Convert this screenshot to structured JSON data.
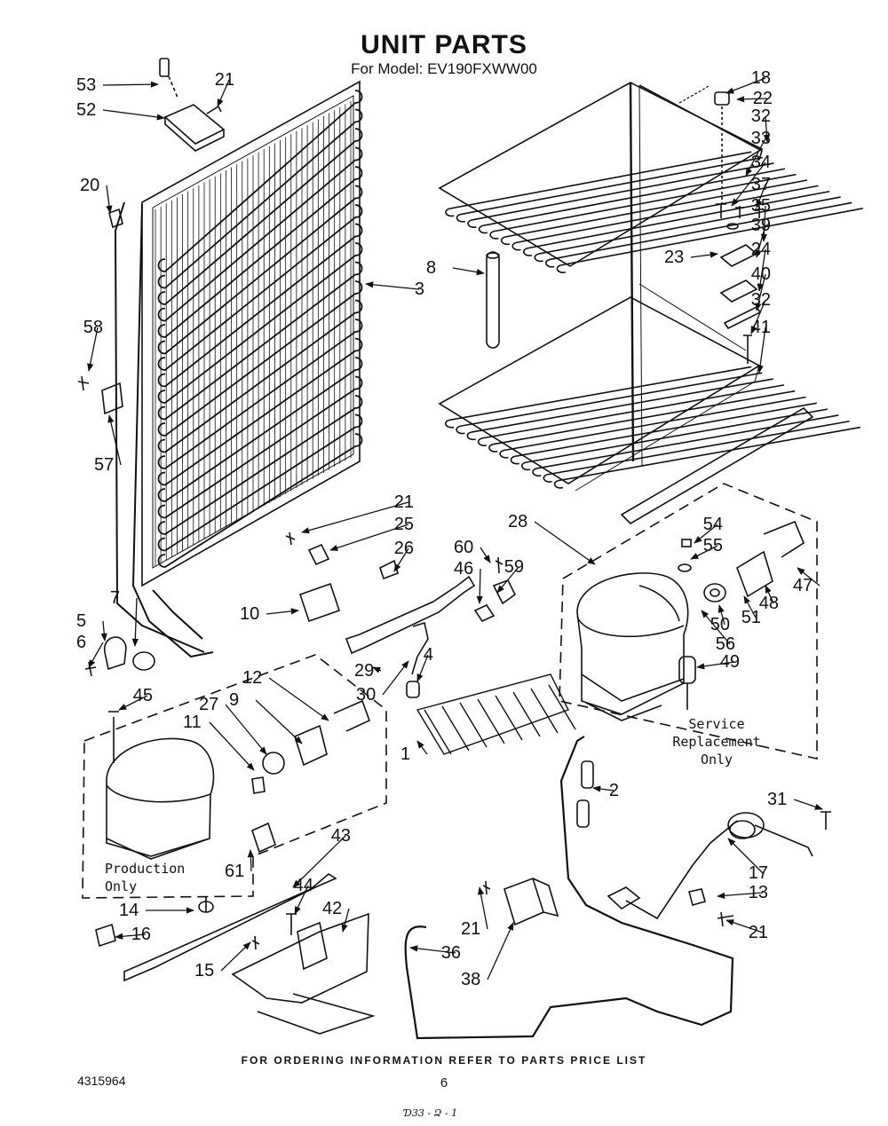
{
  "header": {
    "title": "UNIT PARTS",
    "subtitle": "For Model: EV190FXWW00"
  },
  "notes": {
    "service_replacement": "Service Replacement",
    "service_only": "Only",
    "production": "Production",
    "production_only": "Only"
  },
  "footer": {
    "ordering": "FOR ORDERING INFORMATION REFER TO PARTS PRICE LIST",
    "doc_number": "4315964",
    "page_number": "6",
    "stamp": "Ɗ33 - Ձ - 1"
  },
  "callouts": [
    "53",
    "21",
    "52",
    "20",
    "3",
    "58",
    "57",
    "18",
    "22",
    "32",
    "33",
    "34",
    "37",
    "35",
    "23",
    "39",
    "24",
    "40",
    "32",
    "41",
    "8",
    "21",
    "25",
    "26",
    "10",
    "60",
    "46",
    "59",
    "28",
    "54",
    "55",
    "47",
    "48",
    "51",
    "50",
    "56",
    "49",
    "7",
    "5",
    "6",
    "29",
    "30",
    "4",
    "45",
    "12",
    "9",
    "27",
    "11",
    "1",
    "2",
    "31",
    "17",
    "13",
    "21",
    "61",
    "43",
    "14",
    "44",
    "42",
    "16",
    "15",
    "21",
    "36",
    "38"
  ]
}
